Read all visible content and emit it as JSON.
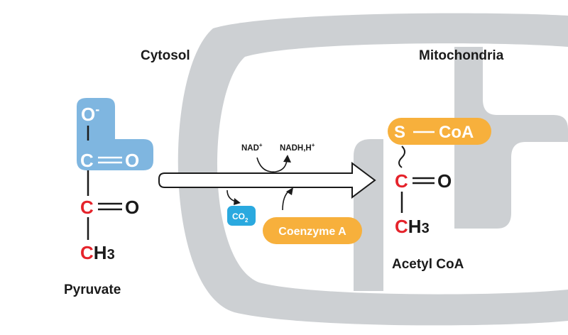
{
  "labels": {
    "cytosol": "Cytosol",
    "mitochondria": "Mitochondria",
    "pyruvate": "Pyruvate",
    "acetyl_coa": "Acetyl CoA"
  },
  "pyruvate": {
    "o_minus": "O",
    "minus": "-",
    "c1": "C",
    "o1": "O",
    "c2": "C",
    "o2": "O",
    "ch3_c": "C",
    "ch3_h": "H",
    "ch3_sub": "3"
  },
  "reaction": {
    "nad": "NAD",
    "nad_sup": "+",
    "nadh": "NADH,H",
    "nadh_sup": "+",
    "co2": "CO",
    "co2_sub": "2",
    "coenzyme_a": "Coenzyme A"
  },
  "acetyl": {
    "s": "S",
    "coa": "CoA",
    "c1": "C",
    "o1": "O",
    "c2": "C",
    "h": "H",
    "sub": "3"
  },
  "colors": {
    "membrane": "#cdd0d3",
    "pyruvate_highlight": "#7fb6e0",
    "coa_orange": "#f7b03c",
    "co2_blue": "#2aa9df",
    "carbon_red": "#e5232b",
    "ink": "#1a1a1a"
  }
}
